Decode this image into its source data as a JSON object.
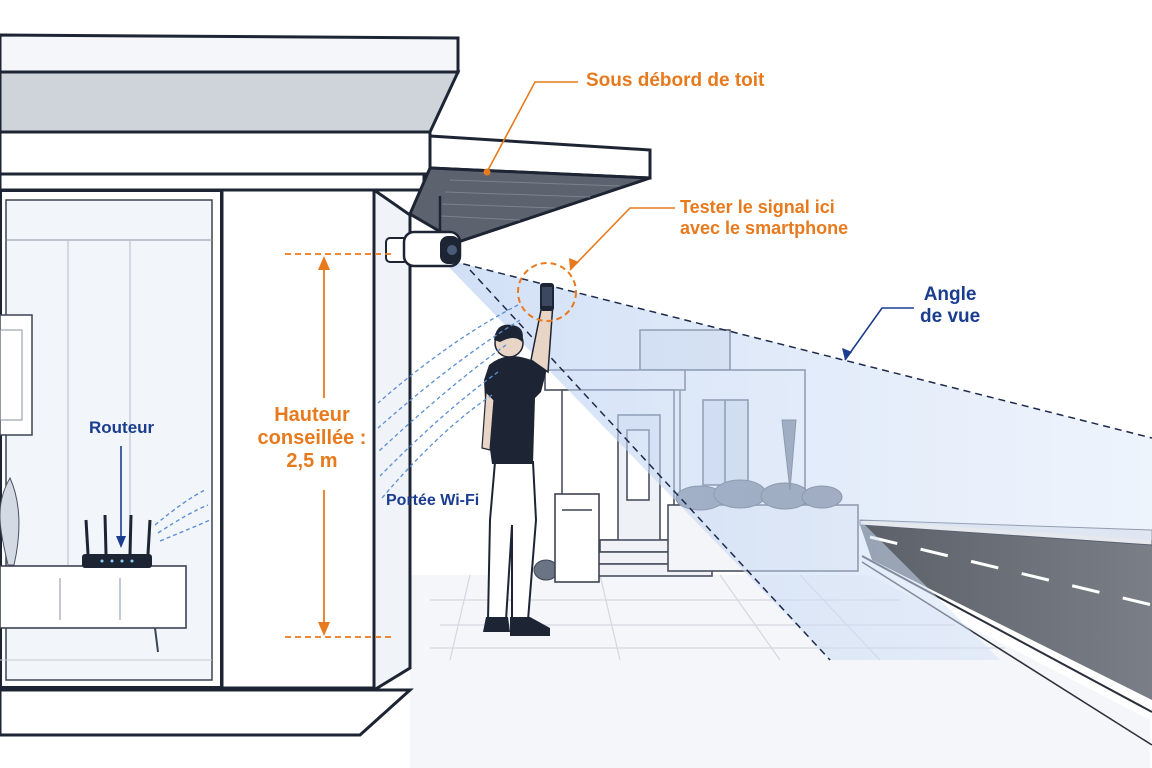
{
  "labels": {
    "roof_overhang": "Sous débord de toit",
    "test_signal_line1": "Tester le signal ici",
    "test_signal_line2": "avec le smartphone",
    "view_angle_line1": "Angle",
    "view_angle_line2": "de vue",
    "router": "Routeur",
    "height_line1": "Hauteur",
    "height_line2": "conseillée :",
    "height_line3": "2,5 m",
    "wifi_range": "Portée Wi-Fi"
  },
  "colors": {
    "annotation_orange": "#e87a1e",
    "annotation_blue": "#1b3d8f",
    "line_dark": "#1d2433",
    "wifi_blue": "#5b8fd6",
    "view_cone": "#c9daf5"
  },
  "icons": {
    "camera": "security-camera-icon",
    "router": "wifi-router-icon",
    "phone": "smartphone-icon"
  }
}
